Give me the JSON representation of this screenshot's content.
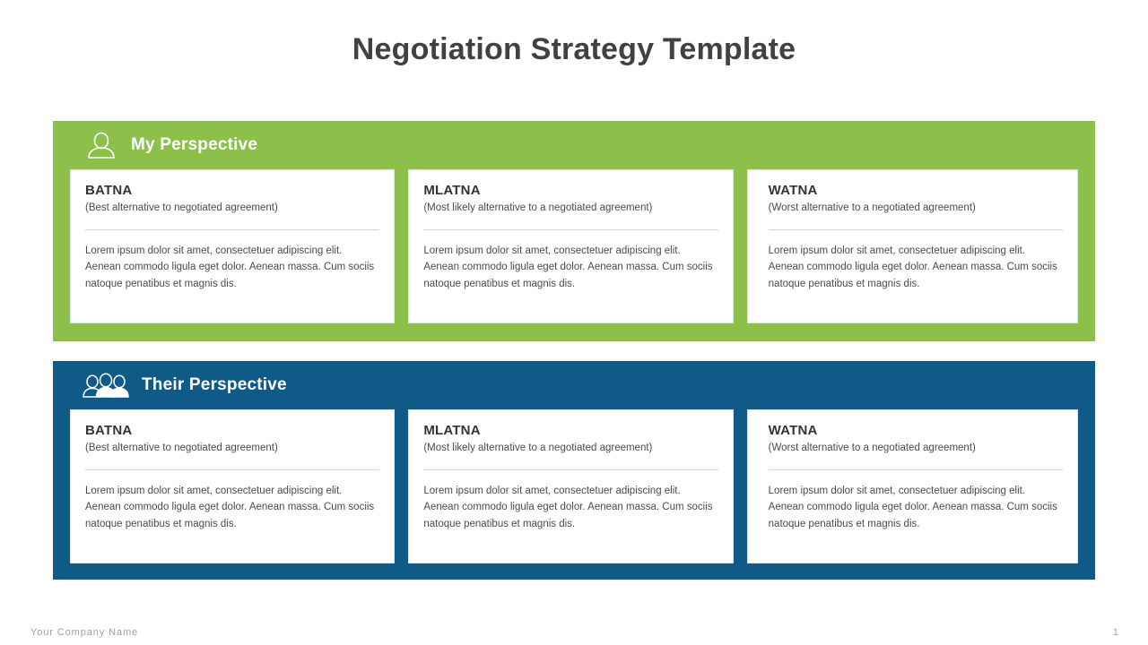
{
  "slide": {
    "title": "Negotiation Strategy Template"
  },
  "sections": [
    {
      "key": "my-perspective",
      "label": "My Perspective",
      "icon": "single-person-icon",
      "color": "#8cc04a",
      "cards": [
        {
          "title": "BATNA",
          "subtitle": "(Best alternative to negotiated agreement)",
          "body": "Lorem ipsum dolor sit amet, consectetuer adipiscing elit. Aenean commodo ligula eget dolor. Aenean massa. Cum sociis natoque penatibus et magnis dis."
        },
        {
          "title": "MLATNA",
          "subtitle": "(Most likely alternative to a negotiated agreement)",
          "body": "Lorem ipsum dolor sit amet, consectetuer adipiscing elit. Aenean commodo ligula eget dolor. Aenean massa. Cum sociis natoque penatibus et magnis dis."
        },
        {
          "title": "WATNA",
          "subtitle": "(Worst alternative to a negotiated agreement)",
          "body": "Lorem ipsum dolor sit amet, consectetuer adipiscing elit. Aenean commodo ligula eget dolor. Aenean massa. Cum sociis natoque penatibus et magnis dis."
        }
      ]
    },
    {
      "key": "their-perspective",
      "label": "Their Perspective",
      "icon": "group-people-icon",
      "color": "#0f5a87",
      "cards": [
        {
          "title": "BATNA",
          "subtitle": "(Best alternative to negotiated agreement)",
          "body": "Lorem ipsum dolor sit amet, consectetuer adipiscing elit. Aenean commodo ligula eget dolor. Aenean massa. Cum sociis natoque penatibus et magnis dis."
        },
        {
          "title": "MLATNA",
          "subtitle": "(Most likely alternative to a negotiated agreement)",
          "body": "Lorem ipsum dolor sit amet, consectetuer adipiscing elit. Aenean commodo ligula eget dolor. Aenean massa. Cum sociis natoque penatibus et magnis dis."
        },
        {
          "title": "WATNA",
          "subtitle": "(Worst alternative to a negotiated agreement)",
          "body": "Lorem ipsum dolor sit amet, consectetuer adipiscing elit. Aenean commodo ligula eget dolor. Aenean massa. Cum sociis natoque penatibus et magnis dis."
        }
      ]
    }
  ],
  "footer": {
    "company": "Your Company Name",
    "page_number": "1"
  }
}
